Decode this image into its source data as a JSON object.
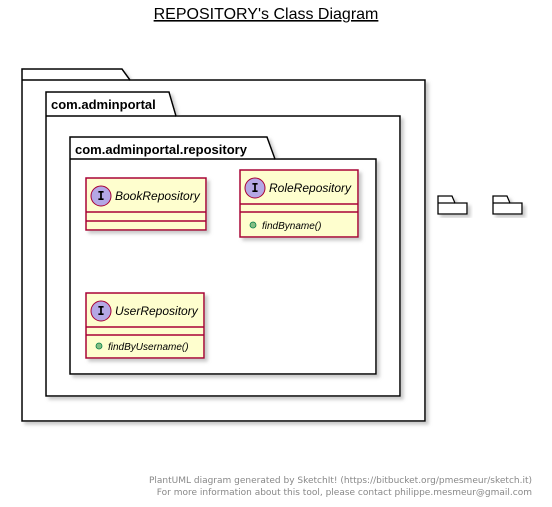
{
  "diagram": {
    "title": "REPOSITORY's Class Diagram"
  },
  "colors": {
    "class_fill": "#FEFECE",
    "class_border": "#A80036",
    "interface_badge": "#B4A7E5",
    "method_dot": "#84BE84",
    "package_border": "#000000",
    "footer_text": "#888888"
  },
  "packages": [
    {
      "name": ""
    },
    {
      "name": "com.adminportal"
    },
    {
      "name": "com.adminportal.repository"
    }
  ],
  "classes": [
    {
      "stereotype": "I",
      "name": "BookRepository",
      "methods": []
    },
    {
      "stereotype": "I",
      "name": "RoleRepository",
      "methods": [
        "findByname()"
      ]
    },
    {
      "stereotype": "I",
      "name": "UserRepository",
      "methods": [
        "findByUsername()"
      ]
    }
  ],
  "footer": {
    "line1": "PlantUML diagram generated by SketchIt! (https://bitbucket.org/pmesmeur/sketch.it)",
    "line2": "For more information about this tool, please contact philippe.mesmeur@gmail.com"
  }
}
